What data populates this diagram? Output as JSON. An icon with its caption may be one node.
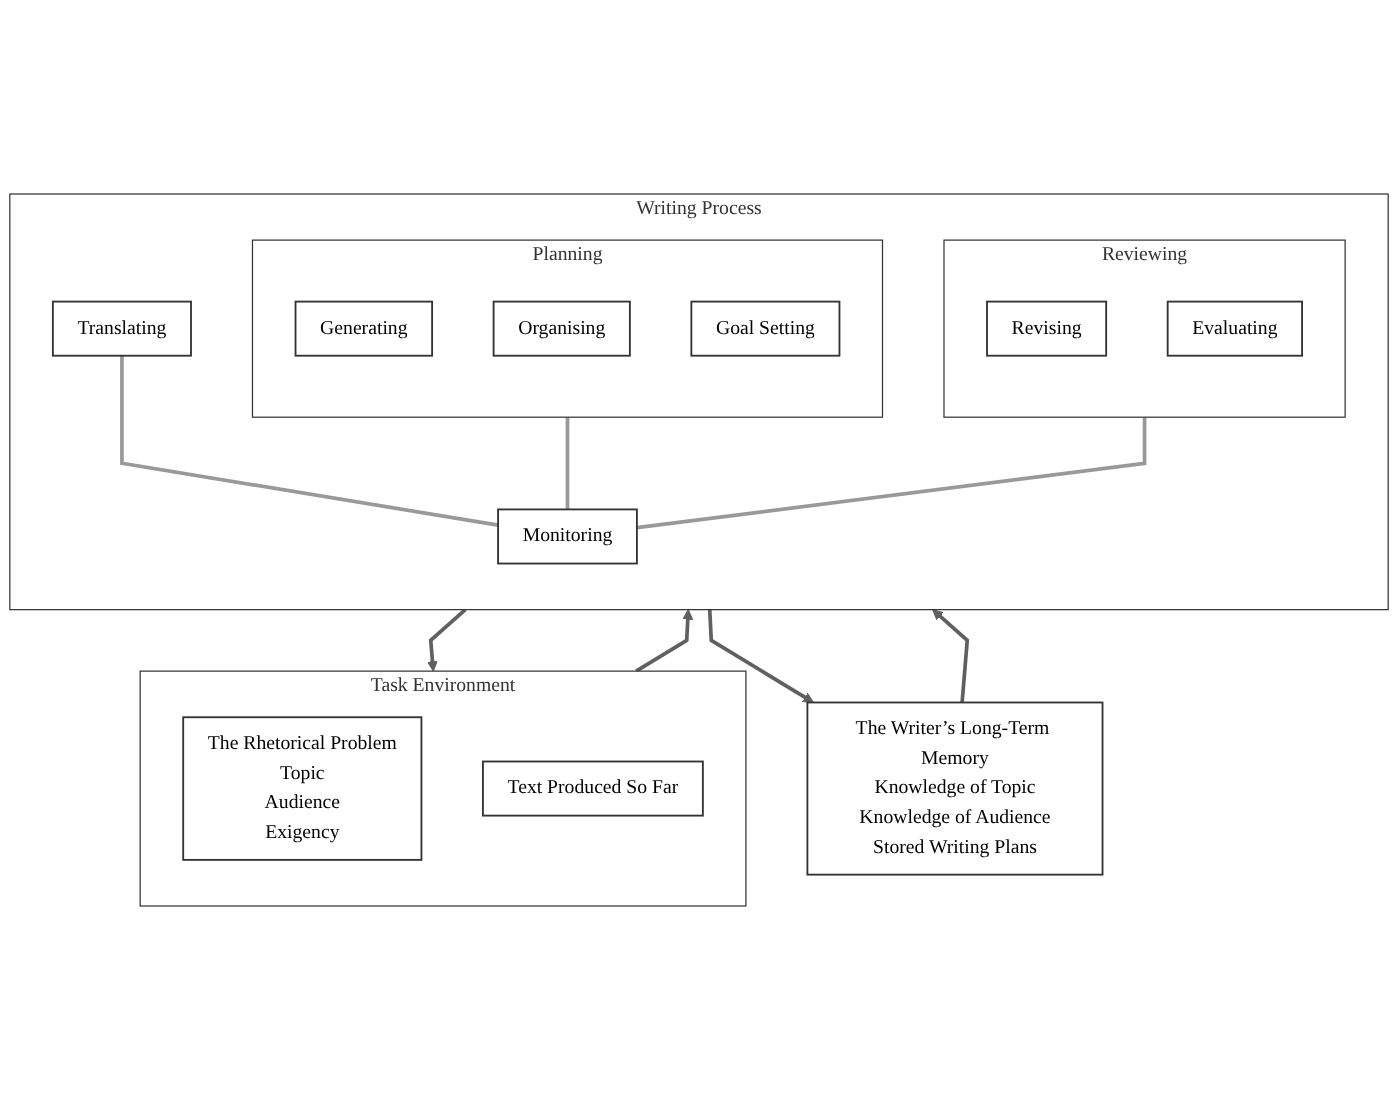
{
  "diagram": {
    "nodes": [
      {
        "text": [
          "Task Environment"
        ]
      },
      {
        "text": [
          "The Rhetorical Problem",
          "Topic",
          "Audience",
          "Exigency"
        ],
        "in": 0
      },
      {
        "text": [
          "Text Produced So Far"
        ],
        "in": 0
      },
      {
        "text": [
          "Writing Process"
        ]
      },
      {
        "text": [
          "Planning"
        ],
        "in": 3
      },
      {
        "text": [
          "Generating"
        ],
        "in": 4
      },
      {
        "text": [
          "Organising"
        ],
        "in": 4
      },
      {
        "text": [
          "Goal Setting"
        ],
        "in": 4
      },
      {
        "text": [
          "Translating"
        ],
        "in": 3
      },
      {
        "text": [
          "Reviewing"
        ],
        "in": 3
      },
      {
        "text": [
          "Revising"
        ],
        "in": 9
      },
      {
        "text": [
          "Evaluating"
        ],
        "in": 9
      },
      {
        "text": [
          "Monitoring"
        ],
        "in": 3
      },
      {
        "text": [
          "The Writer’s Long-Term Memory",
          "Knowledge of Topic",
          "Knowledge of Audience",
          "Stored Writing Plans"
        ]
      }
    ],
    "edges": [
      {
        "from": 0,
        "to": 3,
        "arrow": "to"
      },
      {
        "from": 3,
        "to": 0,
        "arrow": "to"
      },
      {
        "from": 3,
        "to": 13,
        "arrow": "to"
      },
      {
        "from": 13,
        "to": 3,
        "arrow": "to"
      },
      {
        "from": 4,
        "to": 12,
        "arrow": "none",
        "color": "#999999"
      },
      {
        "from": 8,
        "to": 12,
        "arrow": "none",
        "color": "#999999"
      },
      {
        "from": 9,
        "to": 12,
        "arrow": "none",
        "color": "#999999"
      }
    ]
  }
}
